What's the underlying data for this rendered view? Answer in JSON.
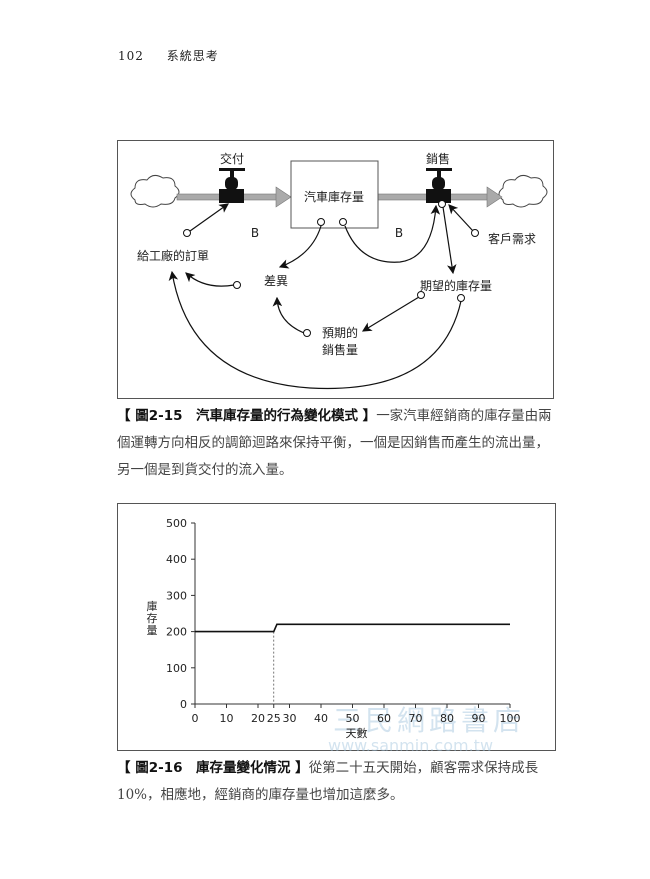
{
  "header": {
    "page_number": "102",
    "book_title": "系統思考"
  },
  "figure1": {
    "labels": {
      "inflow": "交付",
      "outflow": "銷售",
      "stock": "汽車庫存量",
      "orders": "給工廠的訂單",
      "loop_left": "B",
      "loop_right": "B",
      "demand": "客戶需求",
      "gap": "差異",
      "desired": "期望的庫存量",
      "forecast_line1": "預期的",
      "forecast_line2": "銷售量"
    },
    "caption_label": "【 圖2-15　汽車庫存量的行為變化模式 】",
    "caption_text": "一家汽車經銷商的庫存量由兩個運轉方向相反的調節迴路來保持平衡，一個是因銷售而產生的流出量，另一個是到貨交付的流入量。"
  },
  "figure2": {
    "caption_label": "【 圖2-16　庫存量變化情況 】",
    "caption_text": "從第二十五天開始，顧客需求保持成長10%，相應地，經銷商的庫存量也增加這麼多。"
  },
  "chart_data": {
    "type": "line",
    "xlabel": "天數",
    "ylabel": "庫存量",
    "xlim": [
      0,
      100
    ],
    "ylim": [
      0,
      500
    ],
    "x_ticks": [
      "0",
      "10",
      "20",
      "25",
      "30",
      "40",
      "50",
      "60",
      "70",
      "80",
      "90",
      "100"
    ],
    "y_ticks": [
      "0",
      "100",
      "200",
      "300",
      "400",
      "500"
    ],
    "series": [
      {
        "x": [
          0,
          25,
          26,
          100
        ],
        "y": [
          200,
          200,
          220,
          220
        ]
      }
    ],
    "reference_line_x": 25,
    "grid": false
  },
  "watermark": {
    "name": "三民網路書店",
    "url": "www.sanmin.com.tw"
  }
}
